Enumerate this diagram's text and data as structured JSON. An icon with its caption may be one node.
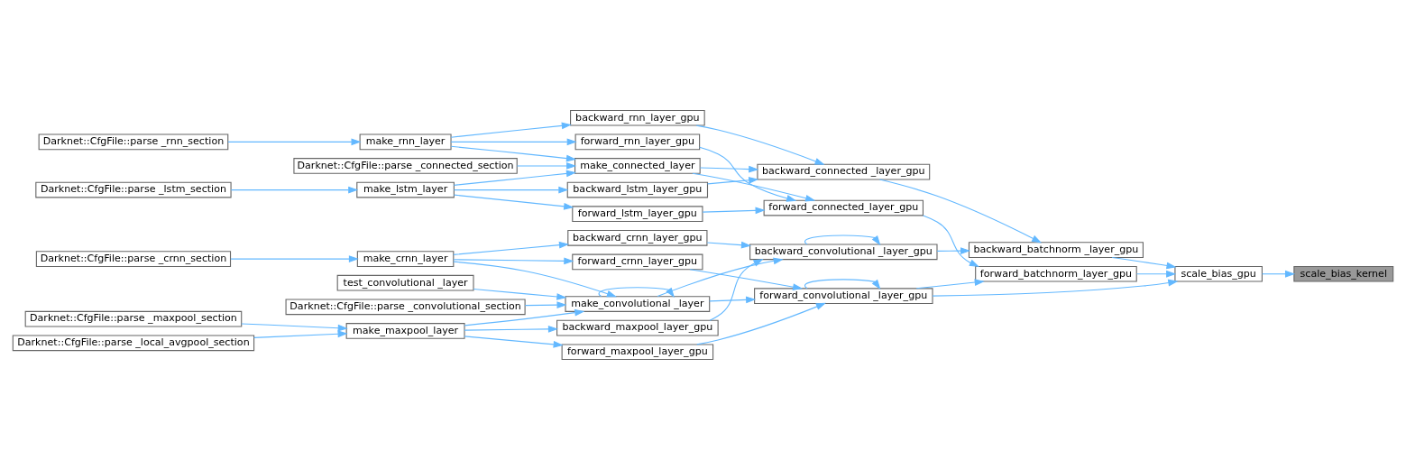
{
  "diagram": {
    "nodes": [
      {
        "text": [
          "Darknet::CfgFile::parse _rnn_section"
        ]
      },
      {
        "text": [
          "Darknet::CfgFile::parse _lstm_section"
        ]
      },
      {
        "text": [
          "Darknet::CfgFile::parse _maxpool_section"
        ]
      },
      {
        "text": [
          "Darknet::CfgFile::parse _local_avgpool_section"
        ]
      },
      {
        "text": [
          "Darknet::CfgFile::parse _crnn_section"
        ]
      },
      {
        "text": [
          "make_rnn_layer"
        ]
      },
      {
        "text": [
          "make_lstm_layer"
        ]
      },
      {
        "text": [
          "Darknet::CfgFile::parse _connected_section"
        ]
      },
      {
        "text": [
          "make_maxpool_layer"
        ]
      },
      {
        "text": [
          "Darknet::CfgFile::parse _convolutional_section"
        ]
      },
      {
        "text": [
          "test_convolutional _layer"
        ]
      },
      {
        "text": [
          "make_crnn_layer"
        ]
      },
      {
        "text": [
          "backward_rnn_layer_gpu"
        ]
      },
      {
        "text": [
          "forward_rnn_layer_gpu"
        ]
      },
      {
        "text": [
          "backward_lstm_layer_gpu"
        ]
      },
      {
        "text": [
          "make_connected_layer"
        ]
      },
      {
        "text": [
          "forward_lstm_layer_gpu"
        ]
      },
      {
        "text": [
          "backward_maxpool_layer_gpu"
        ]
      },
      {
        "text": [
          "forward_maxpool_layer_gpu"
        ]
      },
      {
        "text": [
          "make_convolutional _layer"
        ]
      },
      {
        "text": [
          "backward_crnn_layer_gpu"
        ]
      },
      {
        "text": [
          "forward_crnn_layer_gpu"
        ]
      },
      {
        "text": [
          "backward_connected _layer_gpu"
        ]
      },
      {
        "text": [
          "forward_connected_layer_gpu"
        ]
      },
      {
        "text": [
          "backward_convolutional _layer_gpu"
        ]
      },
      {
        "text": [
          "forward_convolutional _layer_gpu"
        ]
      },
      {
        "text": [
          "backward_batchnorm _layer_gpu"
        ]
      },
      {
        "text": [
          "forward_batchnorm_layer_gpu"
        ]
      },
      {
        "text": [
          "scale_bias_gpu"
        ]
      },
      {
        "text": [
          "scale_bias_kernel"
        ]
      }
    ],
    "edges": [
      {
        "from": 0,
        "to": 5,
        "arrow": "to"
      },
      {
        "from": 1,
        "to": 6,
        "arrow": "to"
      },
      {
        "from": 2,
        "to": 8,
        "arrow": "to"
      },
      {
        "from": 3,
        "to": 8,
        "arrow": "to"
      },
      {
        "from": 4,
        "to": 11,
        "arrow": "to"
      },
      {
        "from": 5,
        "to": 12,
        "arrow": "to"
      },
      {
        "from": 5,
        "to": 13,
        "arrow": "to"
      },
      {
        "from": 5,
        "to": 15,
        "arrow": "to"
      },
      {
        "from": 6,
        "to": 14,
        "arrow": "to"
      },
      {
        "from": 6,
        "to": 15,
        "arrow": "to"
      },
      {
        "from": 6,
        "to": 16,
        "arrow": "to"
      },
      {
        "from": 7,
        "to": 15,
        "arrow": "to"
      },
      {
        "from": 8,
        "to": 17,
        "arrow": "to"
      },
      {
        "from": 8,
        "to": 18,
        "arrow": "to"
      },
      {
        "from": 8,
        "to": 19,
        "arrow": "to"
      },
      {
        "from": 9,
        "to": 19,
        "arrow": "to"
      },
      {
        "from": 10,
        "to": 19,
        "arrow": "to"
      },
      {
        "from": 11,
        "to": 19,
        "arrow": "to"
      },
      {
        "from": 11,
        "to": 20,
        "arrow": "to"
      },
      {
        "from": 11,
        "to": 21,
        "arrow": "to"
      },
      {
        "from": 19,
        "to": 19,
        "arrow": "to"
      },
      {
        "from": 12,
        "to": 22,
        "arrow": "to"
      },
      {
        "from": 13,
        "to": 23,
        "arrow": "to"
      },
      {
        "from": 14,
        "to": 22,
        "arrow": "to"
      },
      {
        "from": 15,
        "to": 22,
        "arrow": "to"
      },
      {
        "from": 15,
        "to": 23,
        "arrow": "to"
      },
      {
        "from": 16,
        "to": 23,
        "arrow": "to"
      },
      {
        "from": 17,
        "to": 24,
        "arrow": "to"
      },
      {
        "from": 18,
        "to": 25,
        "arrow": "to"
      },
      {
        "from": 19,
        "to": 24,
        "arrow": "to"
      },
      {
        "from": 19,
        "to": 25,
        "arrow": "to"
      },
      {
        "from": 20,
        "to": 24,
        "arrow": "to"
      },
      {
        "from": 21,
        "to": 25,
        "arrow": "to"
      },
      {
        "from": 24,
        "to": 24,
        "arrow": "to"
      },
      {
        "from": 25,
        "to": 25,
        "arrow": "to"
      },
      {
        "from": 22,
        "to": 26,
        "arrow": "to"
      },
      {
        "from": 23,
        "to": 27,
        "arrow": "to"
      },
      {
        "from": 24,
        "to": 26,
        "arrow": "to"
      },
      {
        "from": 25,
        "to": 27,
        "arrow": "to"
      },
      {
        "from": 25,
        "to": 28,
        "arrow": "to"
      },
      {
        "from": 26,
        "to": 28,
        "arrow": "to"
      },
      {
        "from": 27,
        "to": 28,
        "arrow": "to"
      },
      {
        "from": 28,
        "to": 29,
        "arrow": "to"
      }
    ]
  }
}
